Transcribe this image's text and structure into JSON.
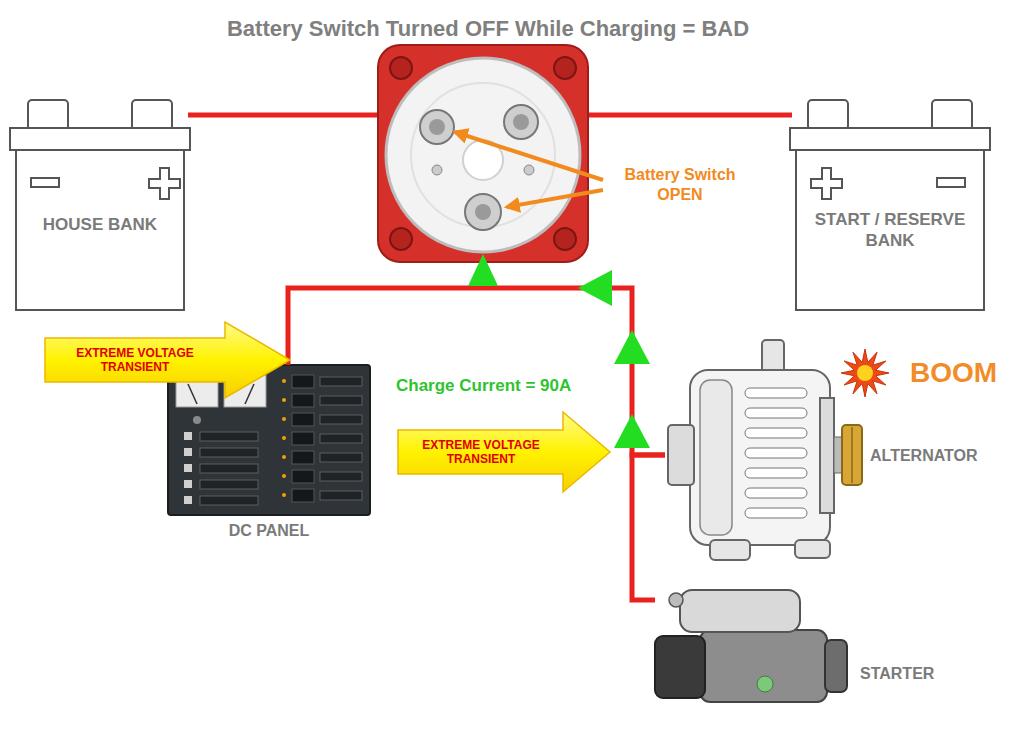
{
  "diagram": {
    "title": "Battery Switch Turned OFF While Charging = BAD",
    "nodes": [
      {
        "text": [
          "HOUSE BANK"
        ]
      },
      {
        "text": [
          "START / RESERVE BANK"
        ]
      },
      {
        "text": [
          "EXTREME VOLTAGE TRANSIENT"
        ]
      },
      {
        "text": [
          "DC PANEL"
        ]
      },
      {
        "text": [
          "EXTREME VOLTAGE TRANSIENT"
        ]
      },
      {
        "text": [
          "ALTERNATOR"
        ]
      },
      {
        "text": [
          "STARTER"
        ]
      }
    ],
    "edges": [
      {
        "from": 5,
        "to": 3,
        "arrow": "none"
      },
      {
        "from": 5,
        "to": 6,
        "arrow": "none"
      }
    ],
    "labels": [
      "Battery Switch OPEN",
      "Charge Current = 90A",
      "BOOM"
    ]
  }
}
